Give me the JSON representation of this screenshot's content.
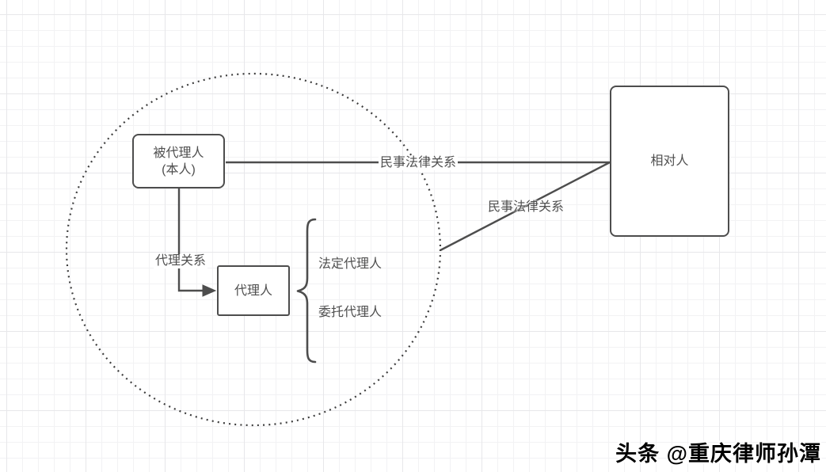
{
  "nodes": {
    "principal": {
      "line1": "被代理人",
      "line2": "(本人)"
    },
    "agent": {
      "label": "代理人"
    },
    "counterparty": {
      "label": "相对人"
    }
  },
  "edge_labels": {
    "civil_top": "民事法律关系",
    "civil_diagonal": "民事法律关系",
    "agency": "代理关系"
  },
  "agent_types": [
    {
      "label": "法定代理人"
    },
    {
      "label": "委托代理人"
    }
  ],
  "watermark": "头条 @重庆律师孙潭",
  "colors": {
    "stroke": "#4d4d4d",
    "dotted_circle": "#3d3d3d",
    "text": "#4f4f4f",
    "node_fill": "#ffffff",
    "grid_minor": "#f2f2f4",
    "grid_major": "#e7e7ea",
    "watermark_fill": "#000000",
    "watermark_outline": "#ffffff"
  }
}
